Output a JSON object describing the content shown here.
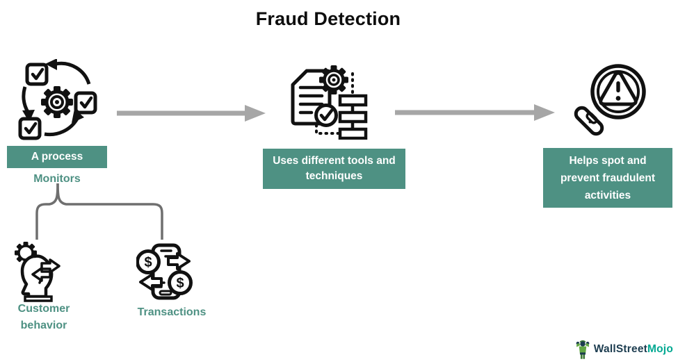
{
  "title": "Fraud Detection",
  "flow": {
    "step1": {
      "label": "A process",
      "sublabel": "Monitors",
      "icon": "process-cycle-icon"
    },
    "step2": {
      "label": "Uses different tools and techniques",
      "icon": "tools-techniques-icon"
    },
    "step3": {
      "label": "Helps spot and prevent fraudulent activities",
      "icon": "magnifier-warning-icon"
    }
  },
  "branches": {
    "customer": {
      "label": "Customer behavior",
      "icon": "customer-behavior-icon"
    },
    "transactions": {
      "label": "Transactions",
      "icon": "transactions-icon"
    }
  },
  "connectors": {
    "arrow1": "right-arrow",
    "arrow2": "right-arrow",
    "bracket": "split-bracket"
  },
  "colors": {
    "teal_box": "#4E9183",
    "teal_text": "#4E9183",
    "arrow_gray": "#A6A6A6",
    "bracket_gray": "#6F6F6F",
    "icon_black": "#111111",
    "logo_dark": "#1D3D50",
    "logo_accent": "#00A891",
    "mascot_green": "#62A744"
  },
  "logo": {
    "brand": "WallStreet",
    "brand_accent": "Mojo"
  }
}
